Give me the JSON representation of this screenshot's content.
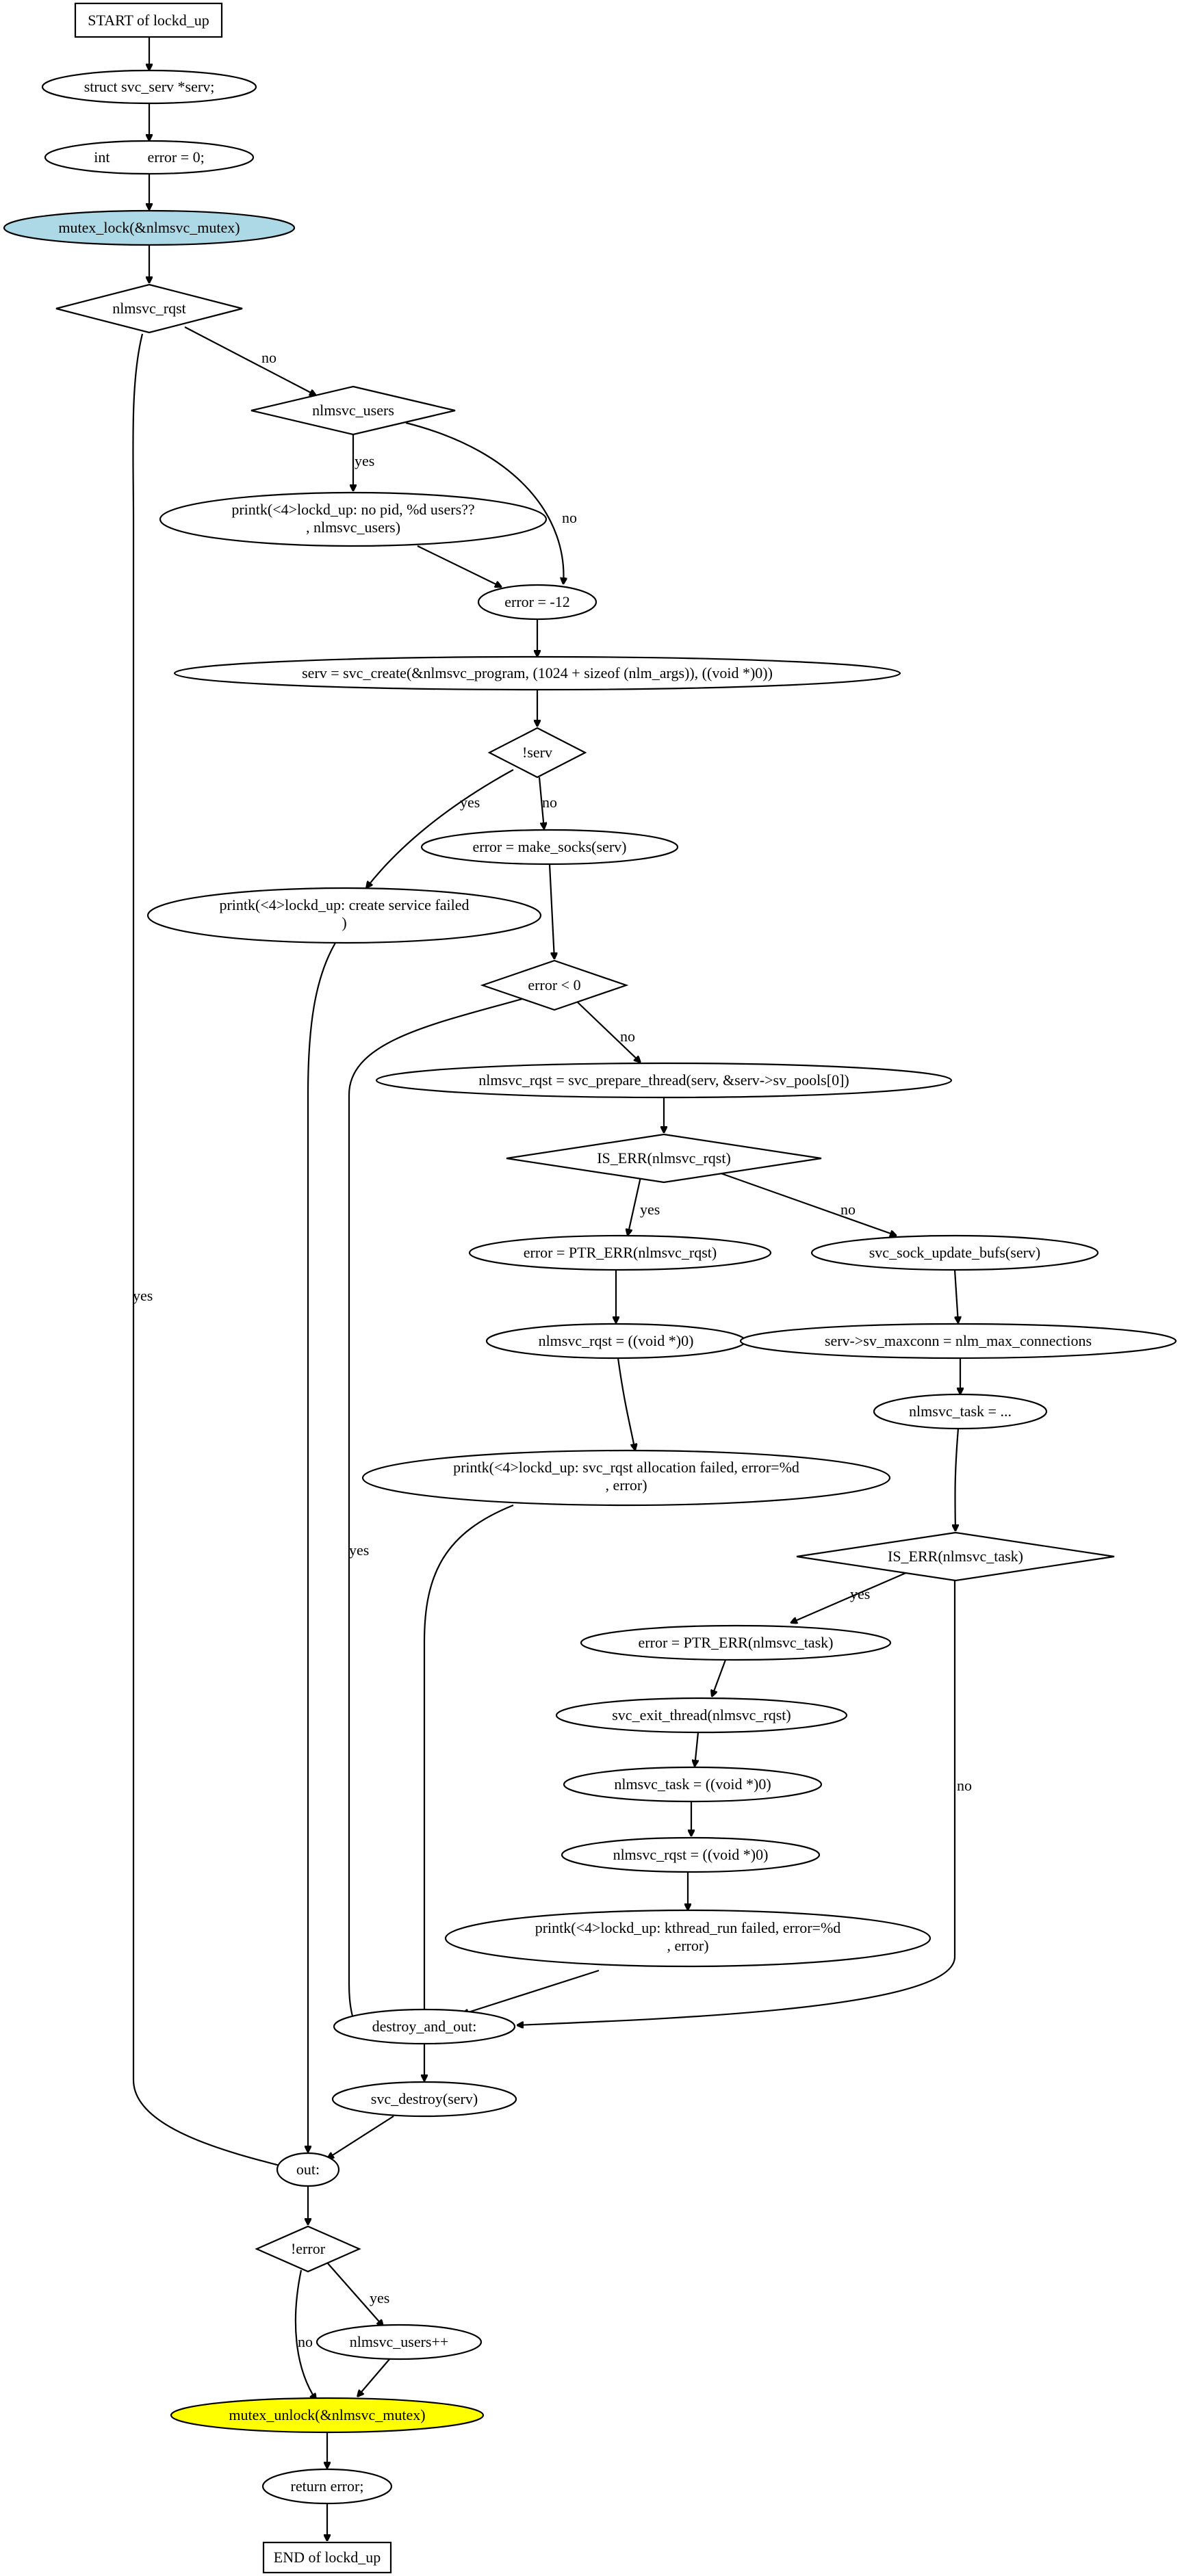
{
  "nodes": {
    "start": "START of lockd_up",
    "decl_serv": "struct svc_serv *serv;",
    "decl_error": "int          error = 0;",
    "mutex_lock": "mutex_lock(&nlmsvc_mutex)",
    "if_nlmsvc_rqst": "nlmsvc_rqst",
    "if_nlmsvc_users": "nlmsvc_users",
    "printk_no_pid": [
      "printk(<4>lockd_up: no pid, %d users??",
      ", nlmsvc_users)"
    ],
    "error_12": "error = -12",
    "svc_create": "serv = svc_create(&nlmsvc_program, (1024 + sizeof (nlm_args)), ((void *)0))",
    "if_serv": "!serv",
    "printk_create_failed": [
      "printk(<4>lockd_up: create service failed",
      ")"
    ],
    "make_socks": "error = make_socks(serv)",
    "if_error_lt0": "error < 0",
    "prepare_thread": "nlmsvc_rqst = svc_prepare_thread(serv, &serv->sv_pools[0])",
    "if_is_err_rqst": "IS_ERR(nlmsvc_rqst)",
    "ptr_err_rqst": "error = PTR_ERR(nlmsvc_rqst)",
    "sock_update": "svc_sock_update_bufs(serv)",
    "rqst_null_1": "nlmsvc_rqst = ((void *)0)",
    "maxconn": "serv->sv_maxconn = nlm_max_connections",
    "printk_alloc_failed": [
      "printk(<4>lockd_up: svc_rqst allocation failed, error=%d",
      ", error)"
    ],
    "nlmsvc_task": "nlmsvc_task = ...",
    "if_is_err_task": "IS_ERR(nlmsvc_task)",
    "ptr_err_task": "error = PTR_ERR(nlmsvc_task)",
    "exit_thread": "svc_exit_thread(nlmsvc_rqst)",
    "task_null": "nlmsvc_task = ((void *)0)",
    "rqst_null_2": "nlmsvc_rqst = ((void *)0)",
    "printk_kthread_failed": [
      "printk(<4>lockd_up: kthread_run failed, error=%d",
      ", error)"
    ],
    "destroy_and_out": "destroy_and_out:",
    "svc_destroy": "svc_destroy(serv)",
    "out": "out:",
    "if_not_error": "!error",
    "users_inc": "nlmsvc_users++",
    "mutex_unlock": "mutex_unlock(&nlmsvc_mutex)",
    "return_error": "return error;",
    "end": "END of lockd_up"
  },
  "edge_labels": {
    "rqst_no": "no",
    "users_yes": "yes",
    "users_no": "no",
    "rqst_yes": "yes",
    "serv_yes": "yes",
    "serv_no": "no",
    "errlt0_no": "no",
    "errlt0_yes": "yes",
    "isrqst_yes": "yes",
    "isrqst_no": "no",
    "istask_yes": "yes",
    "istask_no": "no",
    "noterr_yes": "yes",
    "noterr_no": "no"
  },
  "colors": {
    "lock_fill": "#add8e6",
    "unlock_fill": "#ffff00",
    "stroke": "#000000"
  }
}
